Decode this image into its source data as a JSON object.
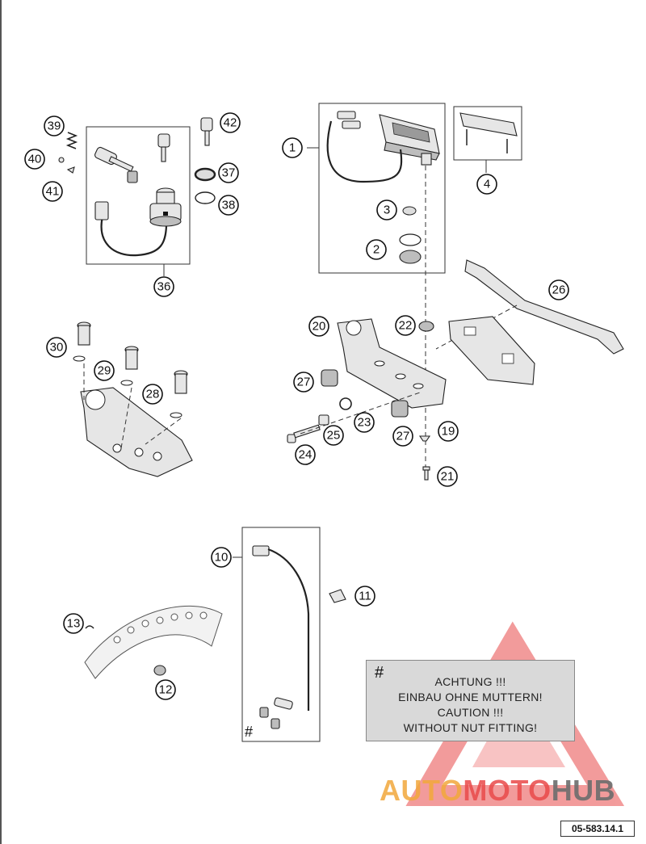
{
  "callouts": {
    "c1": "1",
    "c2": "2",
    "c3": "3",
    "c4": "4",
    "c10": "10",
    "c11": "11",
    "c12": "12",
    "c13": "13",
    "c19": "19",
    "c20": "20",
    "c21": "21",
    "c22": "22",
    "c23": "23",
    "c24": "24",
    "c25": "25",
    "c26": "26",
    "c27a": "27",
    "c27b": "27",
    "c28": "28",
    "c29": "29",
    "c30": "30",
    "c36": "36",
    "c37": "37",
    "c38": "38",
    "c39": "39",
    "c40": "40",
    "c41": "41",
    "c42": "42"
  },
  "note": {
    "symbol": "#",
    "line1": "ACHTUNG !!!",
    "line2": "EINBAU OHNE MUTTERN!",
    "line3": "CAUTION !!!",
    "line4": "WITHOUT NUT FITTING!"
  },
  "sensor_hash": "#",
  "doc_code": "05-583.14.1",
  "watermark": {
    "part1": "AUTO",
    "part2": "MOTO",
    "part3": "HUB",
    "colors": {
      "auto": "#f2a83b",
      "moto": "#e94a4a",
      "hub": "#6d6d6d",
      "logo": "#e94a4a"
    }
  }
}
